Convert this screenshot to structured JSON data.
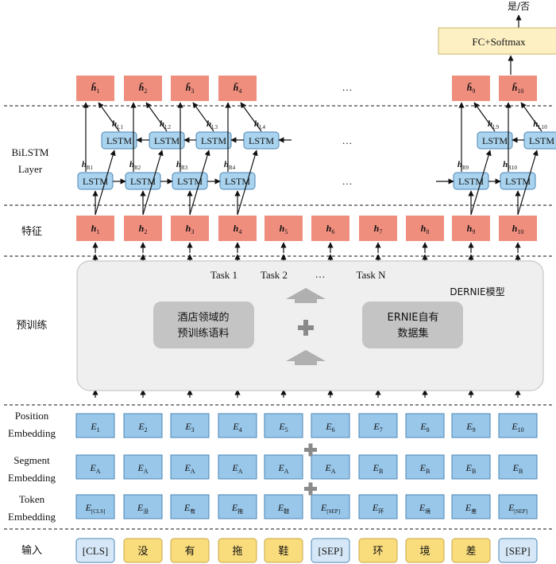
{
  "title_output": "是/否",
  "fc_label": "FC+Softmax",
  "row_labels": {
    "bilstm": [
      "BiLSTM",
      "Layer"
    ],
    "feature": "特征",
    "pretrain": "预训练",
    "position": [
      "Position",
      "Embedding"
    ],
    "segment": [
      "Segment",
      "Embedding"
    ],
    "token": [
      "Token",
      "Embedding"
    ],
    "input": "输入"
  },
  "ellipsis": "…",
  "output_states": [
    "1",
    "2",
    "3",
    "4",
    "9",
    "10"
  ],
  "features": [
    "1",
    "2",
    "3",
    "4",
    "5",
    "6",
    "7",
    "8",
    "9",
    "10"
  ],
  "lstm_label": "LSTM",
  "backward_labels": [
    "L1",
    "L2",
    "L3",
    "L4",
    "L9",
    "L10"
  ],
  "forward_labels": [
    "R1",
    "R2",
    "R3",
    "R4",
    "R9",
    "R10"
  ],
  "pretrain": {
    "tasks": [
      "Task 1",
      "Task 2",
      "…",
      "Task N"
    ],
    "model_name": "DERNIE模型",
    "corpus": [
      "酒店领域的",
      "预训练语料"
    ],
    "dataset": [
      "ERNIE自有",
      "数据集"
    ],
    "plus": "+"
  },
  "x_labels": [
    "1",
    "2",
    "3",
    "4",
    "5",
    "6",
    "7",
    "8",
    "9",
    "10"
  ],
  "position_embeddings": [
    "1",
    "2",
    "3",
    "4",
    "5",
    "6",
    "7",
    "8",
    "9",
    "10"
  ],
  "segment_embeddings": [
    "A",
    "A",
    "A",
    "A",
    "A",
    "A",
    "B",
    "B",
    "B",
    "B"
  ],
  "token_embeddings": [
    "[CLS]",
    "没",
    "有",
    "拖",
    "鞋",
    "[SEP]",
    "环",
    "境",
    "差",
    "[SEP]"
  ],
  "input_tokens": [
    "[CLS]",
    "没",
    "有",
    "拖",
    "鞋",
    "[SEP]",
    "环",
    "境",
    "差",
    "[SEP]"
  ],
  "colors": {
    "salmon": "#f08e7e",
    "lstm_blue": "#a9d3ee",
    "emb_blue": "#99c7ea",
    "input_yellow": "#f9dc7c",
    "input_blue": "#d6e8f7",
    "fc_yellow": "#fdf1c4",
    "panel_gray": "#efefef",
    "inner_gray": "#c4c4c4"
  }
}
